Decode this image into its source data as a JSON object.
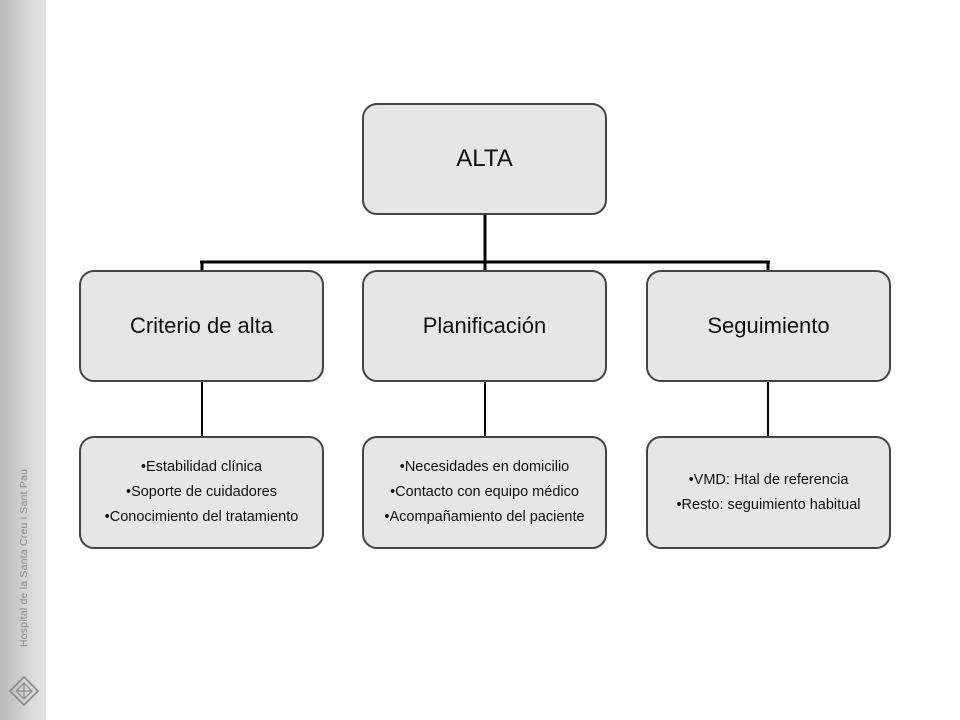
{
  "sidebar": {
    "institution": "Hospital de la Santa Creu i Sant Pau"
  },
  "diagram": {
    "root": "ALTA",
    "branches": [
      {
        "title": "Criterio de alta",
        "items": [
          "•Estabilidad clínica",
          "•Soporte de cuidadores",
          "•Conocimiento del tratamiento"
        ]
      },
      {
        "title": "Planificación",
        "items": [
          "•Necesidades en domicilio",
          "•Contacto con equipo médico",
          "•Acompañamiento del paciente"
        ]
      },
      {
        "title": "Seguimiento",
        "items": [
          "•VMD: Htal de referencia",
          "•Resto: seguimiento habitual"
        ]
      }
    ]
  }
}
